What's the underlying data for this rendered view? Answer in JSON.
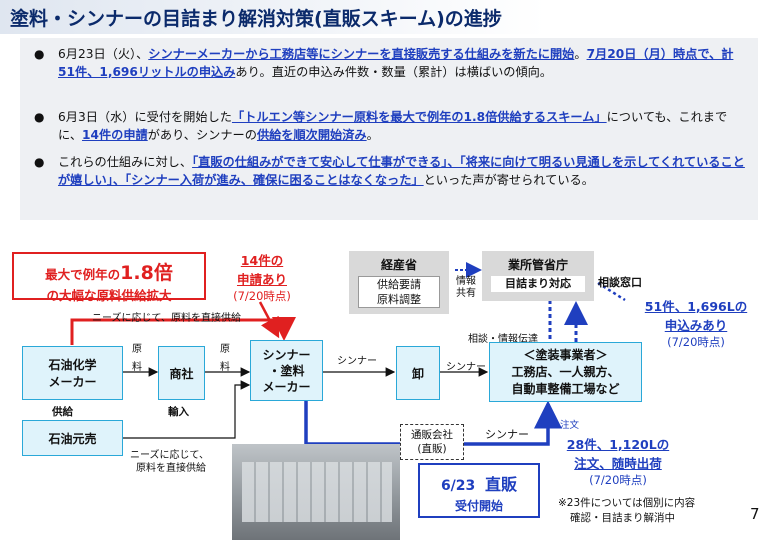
{
  "title": "塗料・シンナーの目詰まり解消対策(直販スキーム)の進捗",
  "bullets": [
    {
      "parts": [
        {
          "t": "6月23日（火）、",
          "s": "n"
        },
        {
          "t": "シンナーメーカーから工務店等にシンナーを直接販売する仕組みを新たに開始",
          "s": "b"
        },
        {
          "t": "。",
          "s": "n"
        },
        {
          "t": "7月20日（月）時点で、計51件、1,696リットルの申込み",
          "s": "b"
        },
        {
          "t": "あり。直近の申込み件数・数量（累計）は横ばいの傾向。",
          "s": "n"
        }
      ]
    },
    {
      "parts": [
        {
          "t": "6月3日（水）に受付を開始した",
          "s": "n"
        },
        {
          "t": "「トルエン等シンナー原料を最大で例年の1.8倍供給するスキーム」",
          "s": "b"
        },
        {
          "t": "についても、これまでに、",
          "s": "n"
        },
        {
          "t": "14件の申請",
          "s": "b"
        },
        {
          "t": "があり、シンナーの",
          "s": "n"
        },
        {
          "t": "供給を順次開始済み",
          "s": "b"
        },
        {
          "t": "。",
          "s": "n"
        }
      ]
    },
    {
      "parts": [
        {
          "t": "これらの仕組みに対し、",
          "s": "n"
        },
        {
          "t": "「直販の仕組みができて安心して仕事ができる」、「将来に向けて明るい見通しを示してくれていることが嬉しい」、「シンナー入荷が進み、確保に困ることはなくなった」",
          "s": "b"
        },
        {
          "t": "といった声が寄せられている。",
          "s": "n"
        }
      ]
    }
  ],
  "diagram": {
    "red_box": {
      "line1": "最大で例年の",
      "big": "1.8倍",
      "line2": "の大幅な原料供給拡大"
    },
    "applications": {
      "line1": "14件の",
      "line2": "申請あり",
      "date": "(7/20時点)"
    },
    "meti": {
      "title": "経産省",
      "line1": "供給要請",
      "line2": "原料調整"
    },
    "info_share": {
      "line1": "情報",
      "line2": "共有"
    },
    "ministry": {
      "title": "業所管省庁",
      "sub": "目詰まり対応"
    },
    "consult_window": "相談窓口",
    "orders": {
      "line1": "51件、1,696Lの",
      "line2": "申込みあり",
      "date": "(7/20時点)"
    },
    "direct_supply_top": "ニーズに応じて、原料を直接供給",
    "consult_info": "相談・情報伝達",
    "petrochem": {
      "line1": "石油化学",
      "line2": "メーカー"
    },
    "raw1": {
      "a": "原",
      "b": "料"
    },
    "trading": "商社",
    "raw2": {
      "a": "原",
      "b": "料"
    },
    "maker": {
      "line1": "シンナー",
      "line2": "・塗料",
      "line3": "メーカー"
    },
    "thinner1": "シンナー",
    "wholesale": "卸",
    "thinner2": "シンナー",
    "painters": {
      "line1": "＜塗装事業者＞",
      "line2": "工務店、一人親方、",
      "line3": "自動車整備工場など"
    },
    "supply_label": "供給",
    "import_label": "輸入",
    "oil_dist": "石油元売",
    "direct_supply_bottom": {
      "line1": "ニーズに応じて、",
      "line2": "原料を直接供給"
    },
    "mailorder": {
      "line1": "通販会社",
      "line2": "(直販)"
    },
    "thinner3": "シンナー",
    "order_label": "注文",
    "shipped": {
      "line1": "28件、1,120Lの",
      "line2": "注文、随時出荷",
      "date": "(7/20時点)"
    },
    "start_box": {
      "date": "6/23",
      "title": "直販",
      "sub": "受付開始"
    },
    "note": {
      "line1": "※23件については個別に内容",
      "line2": "確認・目詰まり解消中"
    },
    "page_number": "7"
  },
  "colors": {
    "accent_blue": "#1f3fbf",
    "red": "#e02020",
    "cyan_border": "#2aa8d8",
    "title": "#0b2a6b"
  }
}
